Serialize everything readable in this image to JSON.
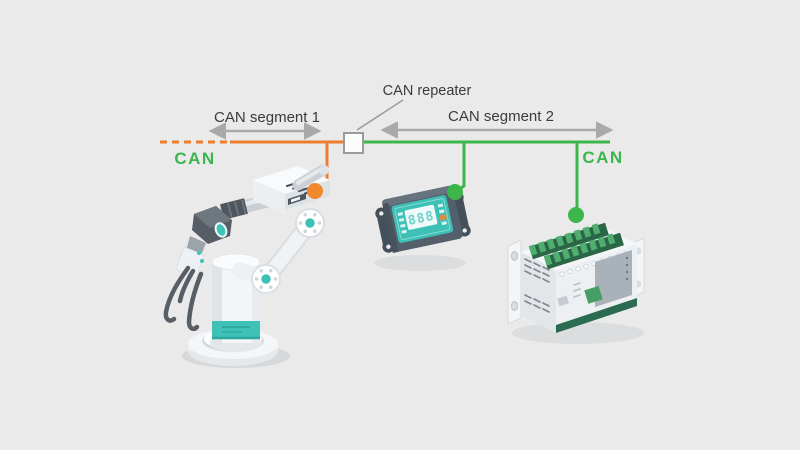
{
  "diagram": {
    "background": "#eaeaea",
    "repeater": {
      "label": "CAN repeater"
    },
    "segments": [
      {
        "label": "CAN segment 1",
        "bus_label": "CAN",
        "color": "#EC7E2D",
        "line_style": "dashed-left-end"
      },
      {
        "label": "CAN segment 2",
        "bus_label": "CAN",
        "color": "#3CB64B",
        "line_style": "solid"
      }
    ],
    "devices": [
      {
        "name": "robot-arm",
        "segment": 1,
        "node_color": "#F0882C"
      },
      {
        "name": "display-panel",
        "segment": 2,
        "node_color": "#3CB64B",
        "screen_value": "888"
      },
      {
        "name": "plc-module",
        "segment": 2,
        "node_color": "#3CB64B"
      }
    ],
    "colors": {
      "arrow": "#A9A9A9",
      "text": "#3B3B3B",
      "can_green": "#3CB54A",
      "repeater_box_border": "#9B9B9B"
    }
  }
}
